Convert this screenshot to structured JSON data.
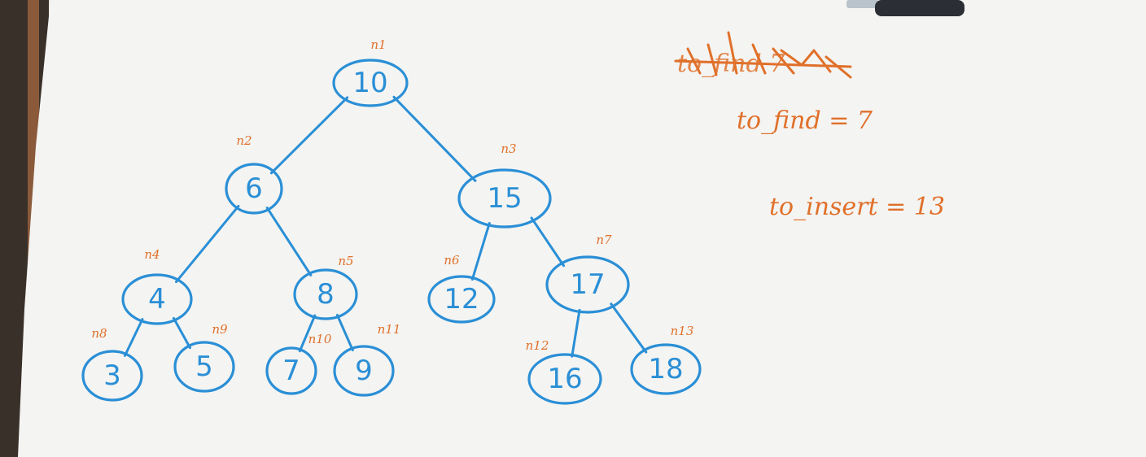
{
  "tree": {
    "nodes": [
      {
        "id": "n1",
        "label": "n1",
        "value": "10"
      },
      {
        "id": "n2",
        "label": "n2",
        "value": "6"
      },
      {
        "id": "n3",
        "label": "n3",
        "value": "15"
      },
      {
        "id": "n4",
        "label": "n4",
        "value": "4"
      },
      {
        "id": "n5",
        "label": "n5",
        "value": "8"
      },
      {
        "id": "n6",
        "label": "n6",
        "value": "12"
      },
      {
        "id": "n7",
        "label": "n7",
        "value": "17"
      },
      {
        "id": "n8",
        "label": "n8",
        "value": "3"
      },
      {
        "id": "n9",
        "label": "n9",
        "value": "5"
      },
      {
        "id": "n10",
        "label": "n10",
        "value": "7"
      },
      {
        "id": "n11",
        "label": "n11",
        "value": "9"
      },
      {
        "id": "n12",
        "label": "n12",
        "value": "16"
      },
      {
        "id": "n13",
        "label": "n13",
        "value": "18"
      }
    ],
    "edges": [
      [
        "n1",
        "n2"
      ],
      [
        "n1",
        "n3"
      ],
      [
        "n2",
        "n4"
      ],
      [
        "n2",
        "n5"
      ],
      [
        "n3",
        "n6"
      ],
      [
        "n3",
        "n7"
      ],
      [
        "n4",
        "n8"
      ],
      [
        "n4",
        "n9"
      ],
      [
        "n5",
        "n10"
      ],
      [
        "n5",
        "n11"
      ],
      [
        "n7",
        "n12"
      ],
      [
        "n7",
        "n13"
      ]
    ]
  },
  "notes": {
    "crossed_out": "to_find 7",
    "to_find": "to_find = 7",
    "to_insert": "to_insert = 13"
  },
  "colors": {
    "tree_ink": "#2a8fd6",
    "label_ink": "#e0702a",
    "paper": "#f4f4f2"
  }
}
